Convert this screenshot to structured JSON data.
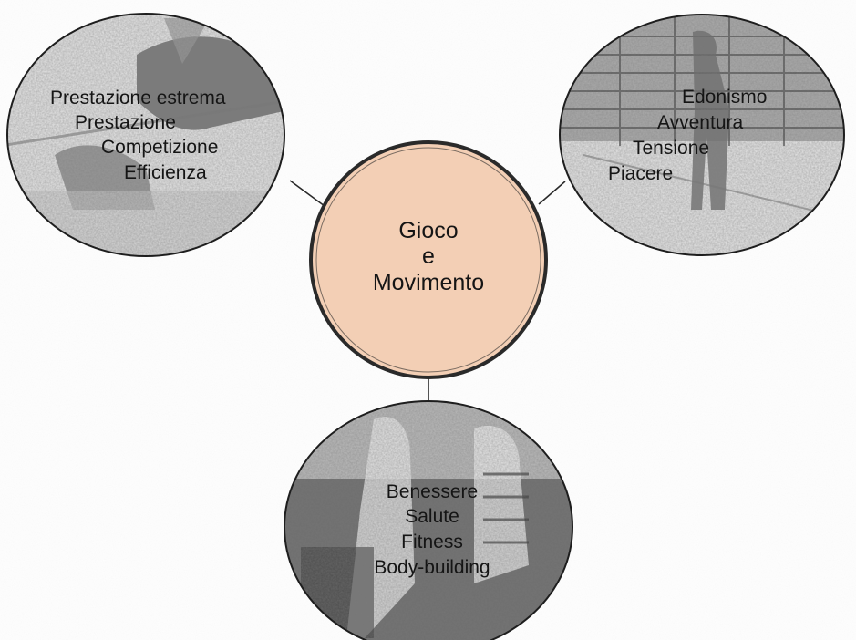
{
  "center": {
    "lines": [
      "Gioco",
      "e",
      "Movimento"
    ],
    "fill": "#f3cfb5",
    "stroke": "#2a2a2a"
  },
  "left": {
    "lines": [
      "Prestazione estrema",
      "Prestazione",
      "Competizione",
      "Efficienza"
    ]
  },
  "right": {
    "lines": [
      "Edonismo",
      "Avventura",
      "Tensione",
      "Piacere"
    ]
  },
  "bottom": {
    "lines": [
      "Benessere",
      "Salute",
      "Fitness",
      "Body-building"
    ]
  },
  "photo_tone": {
    "light": "#e2e2e2",
    "dark": "#585858"
  }
}
